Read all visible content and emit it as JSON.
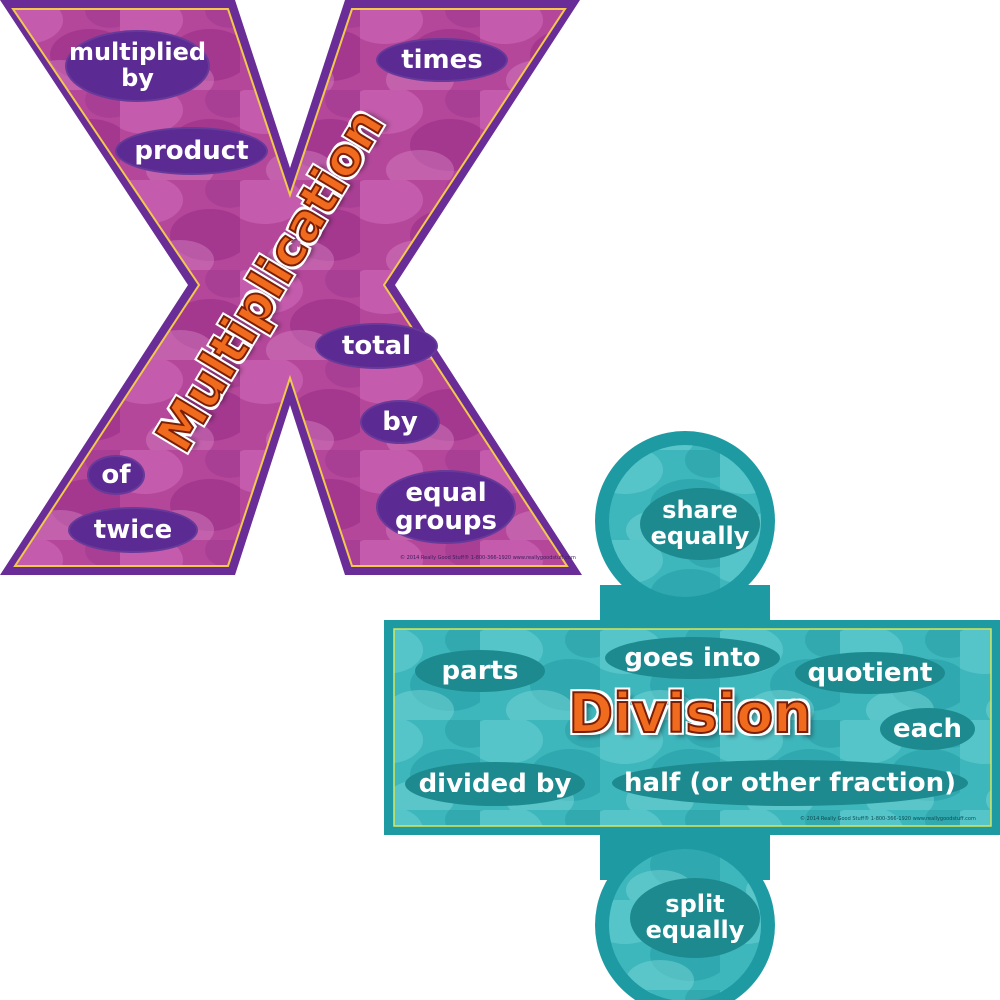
{
  "multiplication": {
    "title": "Multiplication",
    "words": {
      "multiplied_by": "multiplied\nby",
      "times": "times",
      "product": "product",
      "total": "total",
      "by": "by",
      "of": "of",
      "twice": "twice",
      "equal_groups": "equal\ngroups"
    },
    "fine_print": "© 2014 Really Good Stuff®  1-800-366-1920  www.reallygoodstuff.com"
  },
  "division": {
    "title": "Division",
    "words": {
      "share_equally": "share\nequally",
      "parts": "parts",
      "goes_into": "goes into",
      "quotient": "quotient",
      "each": "each",
      "divided_by": "divided by",
      "half": "half (or other fraction)",
      "split_equally": "split\nequally"
    },
    "fine_print": "© 2014 Really Good Stuff®  1-800-366-1920  www.reallygoodstuff.com"
  },
  "colors": {
    "mult_border": "#6a2c96",
    "mult_fill": "#b7479c",
    "mult_pill": "#5b2a92",
    "div_border": "#1e9aa3",
    "div_fill": "#3bb7bd",
    "div_pill": "#1c8a8e",
    "title_orange": "#f06b1e"
  }
}
